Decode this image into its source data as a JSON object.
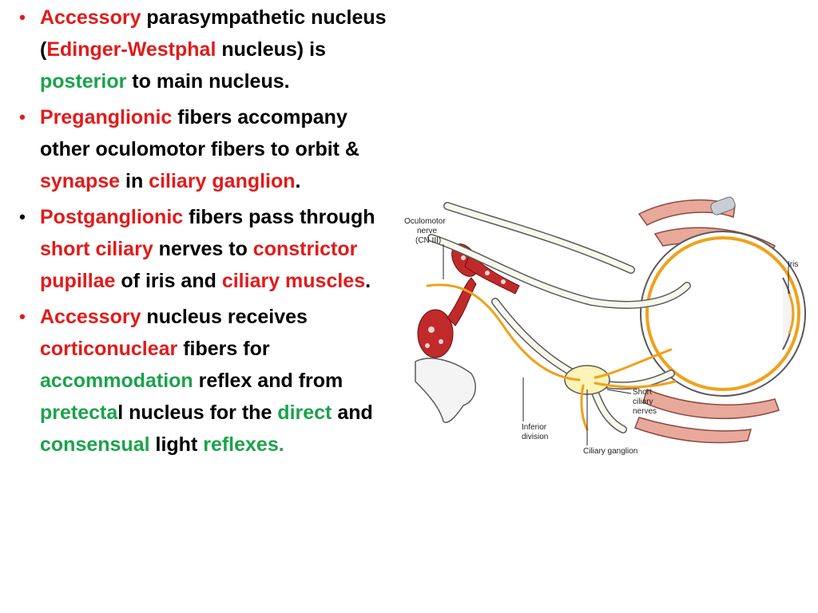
{
  "bullet_symbol": "•",
  "bullets": [
    {
      "id": "accessory-nucleus",
      "dot_color": "#e01b1b",
      "segments": [
        {
          "text": "Accessory",
          "color": "red"
        },
        {
          "text": " parasympathetic nucleus (",
          "color": "black"
        },
        {
          "text": "Edinger-Westphal",
          "color": "red"
        },
        {
          "text": " nucleus) is ",
          "color": "black"
        },
        {
          "text": "posterior",
          "color": "green"
        },
        {
          "text": " to main nucleus.",
          "color": "black"
        }
      ]
    },
    {
      "id": "preganglionic",
      "dot_color": "#e01b1b",
      "segments": [
        {
          "text": "Preganglionic",
          "color": "red"
        },
        {
          "text": " fibers accompany other oculomotor fibers to orbit & ",
          "color": "black"
        },
        {
          "text": "synapse",
          "color": "red"
        },
        {
          "text": " in ",
          "color": "black"
        },
        {
          "text": "ciliary ganglion",
          "color": "red"
        },
        {
          "text": ".",
          "color": "black"
        }
      ]
    },
    {
      "id": "postganglionic",
      "dot_color": "#000000",
      "segments": [
        {
          "text": " ",
          "color": "black"
        },
        {
          "text": "Postganglionic",
          "color": "red"
        },
        {
          "text": " fibers pass through ",
          "color": "black"
        },
        {
          "text": "short ciliary",
          "color": "red"
        },
        {
          "text": " nerves to  ",
          "color": "black"
        },
        {
          "text": "constrictor pupillae",
          "color": "red"
        },
        {
          "text": " of iris and ",
          "color": "black"
        },
        {
          "text": "ciliary muscles",
          "color": "red"
        },
        {
          "text": ".",
          "color": "black"
        }
      ]
    },
    {
      "id": "corticonuclear",
      "dot_color": "#e01b1b",
      "segments": [
        {
          "text": "Accessory",
          "color": "red"
        },
        {
          "text": " nucleus receives ",
          "color": "black"
        },
        {
          "text": "corticonuclear",
          "color": "red"
        },
        {
          "text": " fibers for ",
          "color": "black"
        },
        {
          "text": "accommodation",
          "color": "green"
        },
        {
          "text": " reflex and from ",
          "color": "black"
        },
        {
          "text": "pretecta",
          "color": "green"
        },
        {
          "text": "l nucleus for the ",
          "color": "black"
        },
        {
          "text": "direct",
          "color": "green"
        },
        {
          "text": " and ",
          "color": "black"
        },
        {
          "text": "consensual",
          "color": "green"
        },
        {
          "text": " light ",
          "color": "black"
        },
        {
          "text": "reflexes.",
          "color": "green"
        }
      ]
    }
  ],
  "diagram": {
    "labels": {
      "oculomotor_line1": "Oculomotor",
      "oculomotor_line2": "nerve",
      "oculomotor_line3": "(CN III)",
      "iris": "Iris",
      "short_ciliary_line1": "Short",
      "short_ciliary_line2": "ciliary",
      "short_ciliary_line3": "nerves",
      "inferior_line1": "Inferior",
      "inferior_line2": "division",
      "ciliary_ganglion": "Ciliary ganglion"
    },
    "colors": {
      "nerve_fill": "#f8f8ee",
      "nerve_stroke": "#5a5a5a",
      "parasympathetic": "#f0a11c",
      "muscle": "#e8a89a",
      "artery": "#c02a2a",
      "ganglion": "#fbf3b8"
    }
  }
}
